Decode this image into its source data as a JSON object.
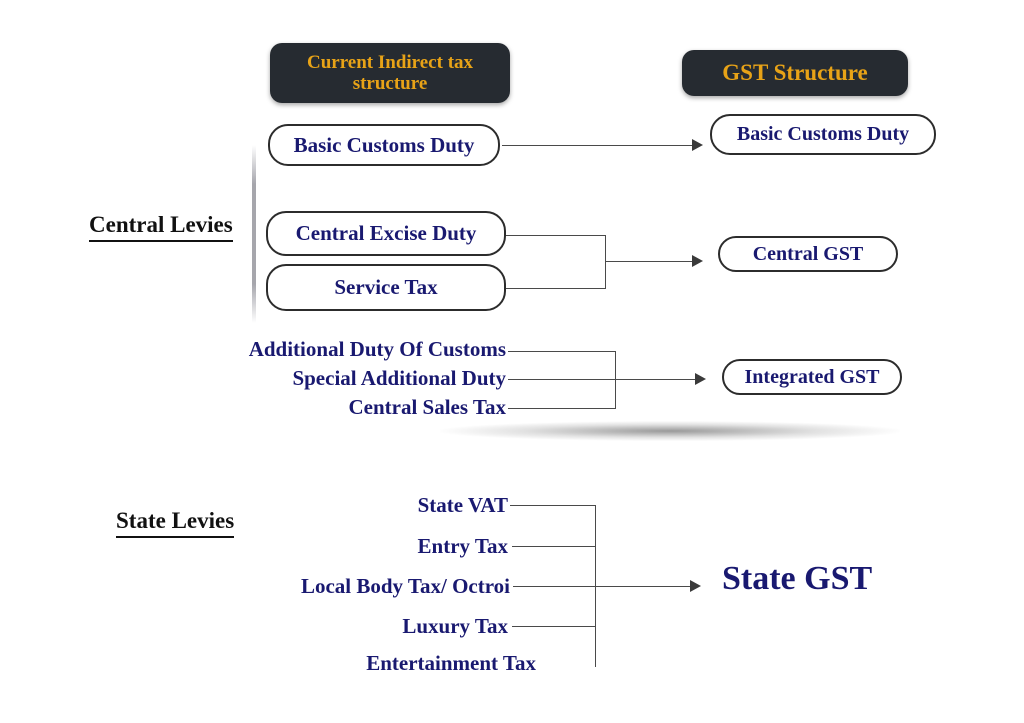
{
  "headers": {
    "left": "Current Indirect tax structure",
    "right": "GST Structure"
  },
  "sections": {
    "central": "Central Levies",
    "state": "State Levies"
  },
  "colors": {
    "header_bg": "#262b31",
    "header_text": "#e8a317",
    "box_text": "#191970",
    "box_border": "#2c2c2c",
    "connector": "#4a4a4a",
    "section_heading": "#111111",
    "page_bg": "#ffffff"
  },
  "central_levies": {
    "current": [
      {
        "label": "Basic Customs Duty",
        "boxed": true
      },
      {
        "label": "Central Excise Duty",
        "boxed": true
      },
      {
        "label": "Service Tax",
        "boxed": true
      },
      {
        "label": "Additional Duty Of Customs",
        "boxed": false
      },
      {
        "label": "Special Additional Duty",
        "boxed": false
      },
      {
        "label": "Central Sales Tax",
        "boxed": false
      }
    ],
    "gst": [
      {
        "label": "Basic Customs Duty",
        "boxed": true
      },
      {
        "label": "Central GST",
        "boxed": true
      },
      {
        "label": "Integrated GST",
        "boxed": true
      }
    ]
  },
  "state_levies": {
    "current": [
      {
        "label": "State VAT",
        "boxed": false
      },
      {
        "label": "Entry Tax",
        "boxed": false
      },
      {
        "label": "Local Body Tax/ Octroi",
        "boxed": false
      },
      {
        "label": "Luxury Tax",
        "boxed": false
      },
      {
        "label": "Entertainment Tax",
        "boxed": false
      }
    ],
    "gst": [
      {
        "label": "State GST",
        "boxed": false
      }
    ]
  },
  "mappings": [
    {
      "from": [
        "Basic Customs Duty"
      ],
      "to": "Basic Customs Duty"
    },
    {
      "from": [
        "Central Excise Duty",
        "Service Tax"
      ],
      "to": "Central GST"
    },
    {
      "from": [
        "Additional Duty Of Customs",
        "Special Additional Duty",
        "Central Sales Tax"
      ],
      "to": "Integrated GST"
    },
    {
      "from": [
        "State VAT",
        "Entry Tax",
        "Local Body Tax/ Octroi",
        "Luxury Tax",
        "Entertainment Tax"
      ],
      "to": "State GST"
    }
  ]
}
